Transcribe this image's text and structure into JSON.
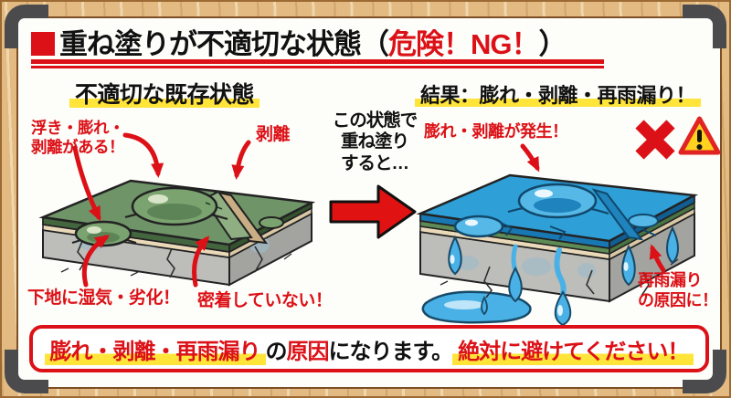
{
  "title": {
    "main": "重ね塗りが不適切な状態（",
    "danger": "危険！NG！",
    "close": "）"
  },
  "left": {
    "header": "不適切な既存状態",
    "label_blister": "浮き・膨れ・\n剥離がある！",
    "label_peel": "剥離",
    "label_substrate": "下地に湿気・劣化！",
    "label_adhesion": "密着していない！"
  },
  "middle": {
    "caption": "この状態で\n重ね塗り\nすると…"
  },
  "right": {
    "header": "結果：膨れ・剥離・再雨漏り！",
    "label_blister": "膨れ・剥離が発生！",
    "label_leak": "再雨漏り\nの原因に！",
    "icons": {
      "ng_cross": "ng-cross",
      "warning_triangle": "warning-triangle",
      "warning_mark": "！"
    }
  },
  "banner": {
    "highlight1": "膨れ・剥離・再雨漏り",
    "plain1": "の",
    "red1": "原因",
    "plain2": "になります。",
    "highlight2": "絶対に避けてください！"
  },
  "colors": {
    "accent_red": "#dc1117",
    "highlight_yellow": "#ffe43a",
    "membrane_green": "#6f9468",
    "coating_blue": "#2f9fd8",
    "concrete_gray": "#bdbdba",
    "wood_frame": "#e2ba82",
    "corner_bracket": "#4b4b4d"
  }
}
